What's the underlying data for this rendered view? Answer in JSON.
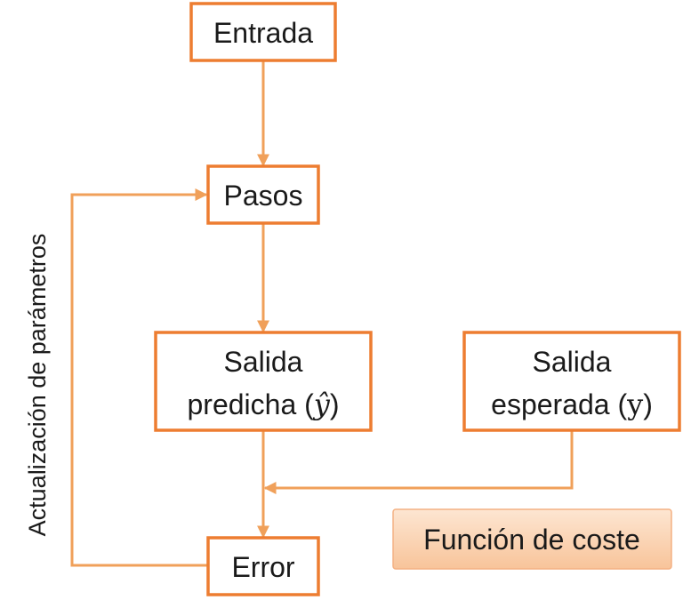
{
  "nodes": {
    "entrada": {
      "label": "Entrada"
    },
    "pasos": {
      "label": "Pasos"
    },
    "salida_predicha": {
      "line1": "Salida",
      "line2_text": "predicha (",
      "line2_symbol": "ŷ",
      "line2_close": ")"
    },
    "salida_esperada": {
      "line1": "Salida",
      "line2_text": "esperada (",
      "line2_symbol": "y",
      "line2_close": ")"
    },
    "error": {
      "label": "Error"
    }
  },
  "loss_label": "Función de coste",
  "feedback_label": "Actualización de parámetros",
  "colors": {
    "box_border": "#ED7D31",
    "arrow": "#F0A05A",
    "loss_fill_top": "#FDE6D2",
    "loss_fill_bottom": "#F8C49A",
    "loss_border": "#F4B183",
    "text": "#1a1a1a"
  }
}
